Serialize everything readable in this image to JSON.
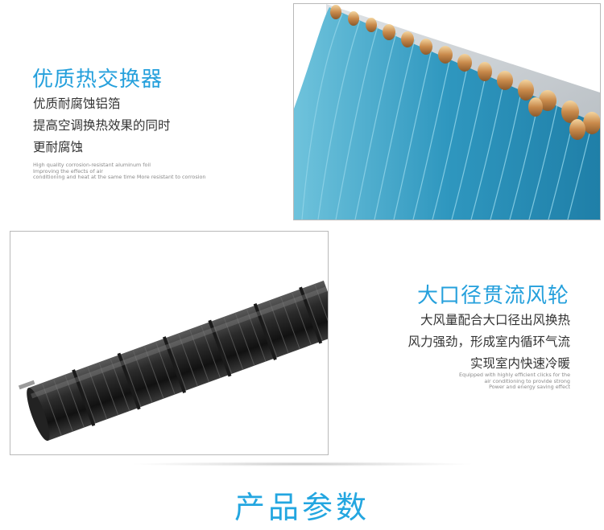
{
  "section1": {
    "title": "优质热交换器",
    "lines_cn": [
      "优质耐腐蚀铝箔",
      "提高空调换热效果的同时",
      "更耐腐蚀"
    ],
    "lines_en": [
      "High quality corrosion-resistant aluminum foil",
      "Improving the effects of air",
      "conditioning and heat at the same time More resistant to corrosion"
    ],
    "image_icon": "heat-exchanger-photo"
  },
  "section2": {
    "title": "大口径贯流风轮",
    "lines_cn": [
      "大风量配合大口径出风换热",
      "风力强劲，形成室内循环气流",
      "实现室内快速冷暖"
    ],
    "lines_en": [
      "Equipped with highly efficient clicks for the",
      "air conditioning to provide strong",
      "Power and energy saving effect"
    ],
    "image_icon": "cross-flow-fan-photo"
  },
  "section3": {
    "title": "产品参数"
  },
  "colors": {
    "accent_blue": "#25a0dc",
    "fin_blue": "#3aa0c4",
    "copper": "#c98a4b"
  }
}
